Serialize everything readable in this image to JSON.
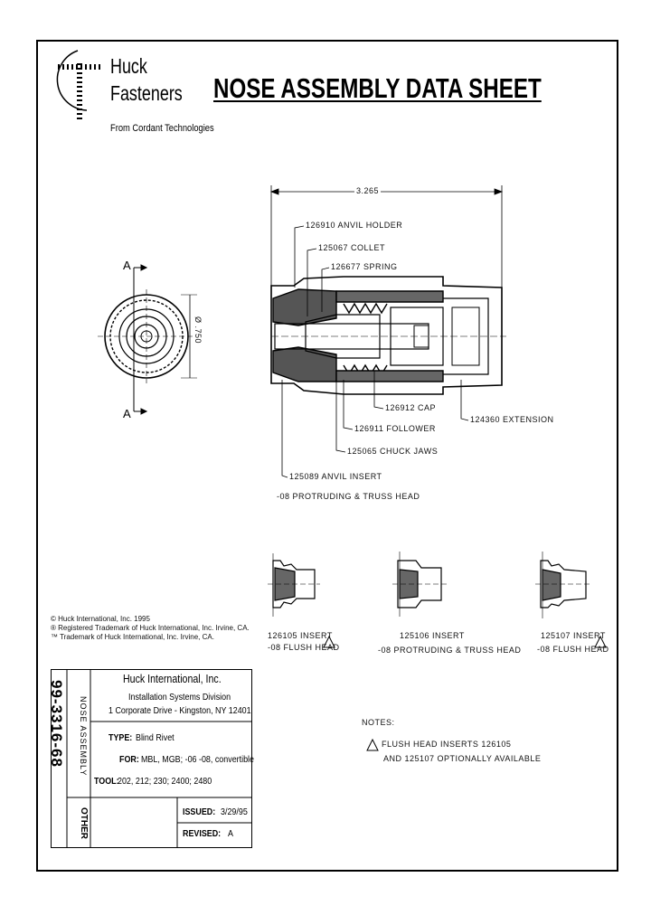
{
  "logo": {
    "name_line1": "Huck",
    "name_line2": "Fasteners",
    "tagline": "From Cordant Technologies"
  },
  "title": "NOSE ASSEMBLY DATA SHEET",
  "section_labels": {
    "top": "A",
    "bottom": "A"
  },
  "callouts": {
    "overall_length": "3.265",
    "diameter": "Ø .750",
    "anvil_holder": "126910 ANVIL HOLDER",
    "collet": "125067 COLLET",
    "spring": "126677 SPRING",
    "cap": "126912 CAP",
    "follower": "126911 FOLLOWER",
    "chuck_jaws": "125065 CHUCK JAWS",
    "extension": "124360 EXTENSION",
    "anvil_insert": "125089 ANVIL INSERT",
    "anvil_insert_sub": "-08 PROTRUDING & TRUSS HEAD"
  },
  "inserts": [
    {
      "part": "126105 INSERT",
      "desc": "-08 FLUSH HEAD",
      "note_flag": true
    },
    {
      "part": "125106 INSERT",
      "desc": "-08 PROTRUDING & TRUSS HEAD",
      "note_flag": false
    },
    {
      "part": "125107 INSERT",
      "desc": "-08 FLUSH HEAD",
      "note_flag": true
    }
  ],
  "copyright": [
    "© Huck International, Inc. 1995",
    "® Registered Trademark of Huck International, Inc. Irvine, CA.",
    "™ Trademark of Huck International, Inc. Irvine, CA."
  ],
  "notes": {
    "heading": "NOTES:",
    "line1": "FLUSH HEAD INSERTS 126105",
    "line2": "AND 125107 OPTIONALLY AVAILABLE"
  },
  "title_block": {
    "company": "Huck International, Inc.",
    "division": "Installation Systems Division",
    "address": "1 Corporate Drive - Kingston, NY 12401",
    "doc_number": "99-3316-68",
    "category": "NOSE ASSEMBLY",
    "other": "OTHER",
    "type_label": "TYPE:",
    "type_value": "Blind Rivet",
    "for_label": "FOR:",
    "for_value": "MBL, MGB; -06 -08, convertible",
    "tool_label": "TOOL:",
    "tool_value": "202, 212; 230; 2400; 2480",
    "issued_label": "ISSUED:",
    "issued_value": "3/29/95",
    "revised_label": "REVISED:",
    "revised_value": "A"
  }
}
